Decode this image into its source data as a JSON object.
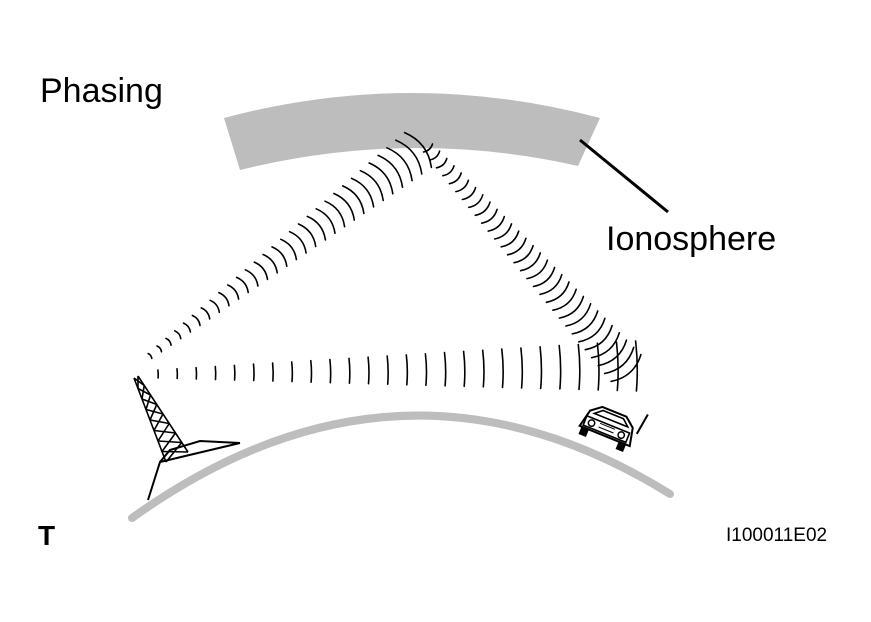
{
  "title": "Phasing",
  "ionosphere_label": "Ionosphere",
  "corner_mark": "T",
  "figure_code": "I100011E02",
  "colors": {
    "ionosphere_band": "#bdbdbd",
    "earth_surface": "#bdbdbd",
    "line": "#000000",
    "background": "#ffffff"
  },
  "icons": [
    "radio-tower-icon",
    "car-icon"
  ]
}
